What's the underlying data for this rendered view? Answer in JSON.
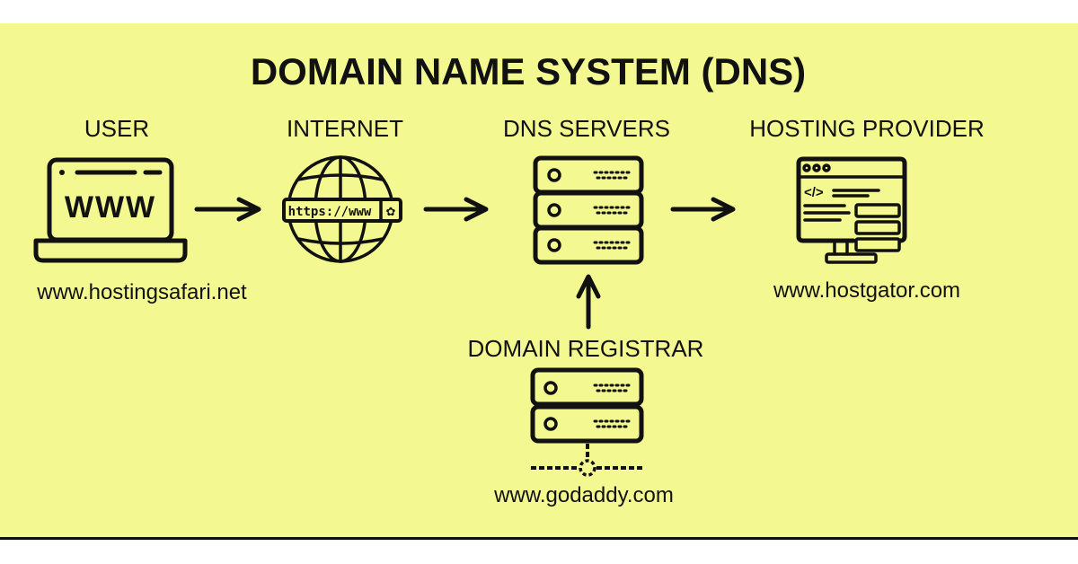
{
  "title": "DOMAIN NAME SYSTEM (DNS)",
  "colors": {
    "background": "#f3f890",
    "ink": "#111111",
    "page": "#ffffff"
  },
  "nodes": {
    "user": {
      "label": "USER",
      "url": "www.hostingsafari.net",
      "icon": "laptop-www-icon",
      "screen_text": "WWW"
    },
    "internet": {
      "label": "INTERNET",
      "icon": "globe-icon",
      "bar_text": "https://www"
    },
    "dns_servers": {
      "label": "DNS SERVERS",
      "icon": "server-stack-icon"
    },
    "hosting_provider": {
      "label": "HOSTING PROVIDER",
      "url": "www.hostgator.com",
      "icon": "web-hosting-monitor-icon"
    },
    "domain_registrar": {
      "label": "DOMAIN REGISTRAR",
      "url": "www.godaddy.com",
      "icon": "network-server-icon"
    }
  }
}
